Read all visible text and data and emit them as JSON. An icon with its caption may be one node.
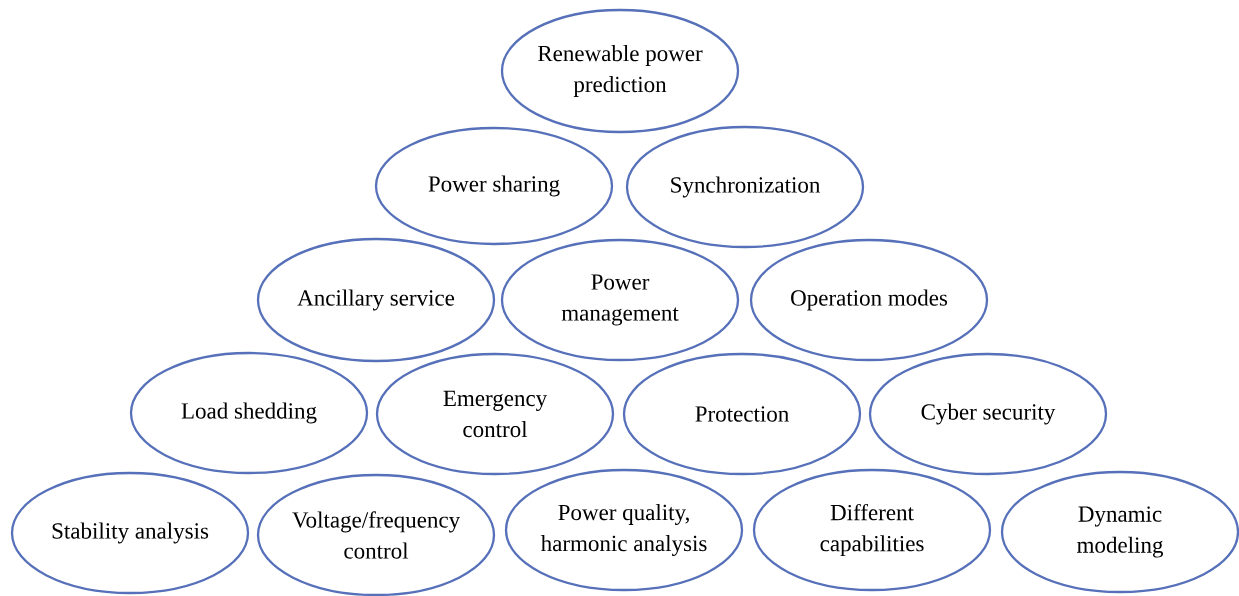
{
  "diagram": {
    "nodes": [
      {
        "text": [
          "Renewable power prediction"
        ]
      },
      {
        "text": [
          "Power sharing"
        ]
      },
      {
        "text": [
          "Synchronization"
        ]
      },
      {
        "text": [
          "Ancillary service"
        ]
      },
      {
        "text": [
          "Power management"
        ]
      },
      {
        "text": [
          "Operation modes"
        ]
      },
      {
        "text": [
          "Load shedding"
        ]
      },
      {
        "text": [
          "Emergency control"
        ]
      },
      {
        "text": [
          "Protection"
        ]
      },
      {
        "text": [
          "Cyber security"
        ]
      },
      {
        "text": [
          "Stability analysis"
        ]
      },
      {
        "text": [
          "Voltage/frequency control"
        ]
      },
      {
        "text": [
          "Power quality, harmonic analysis"
        ]
      },
      {
        "text": [
          "Different capabilities"
        ]
      },
      {
        "text": [
          "Dynamic modeling"
        ]
      }
    ]
  }
}
